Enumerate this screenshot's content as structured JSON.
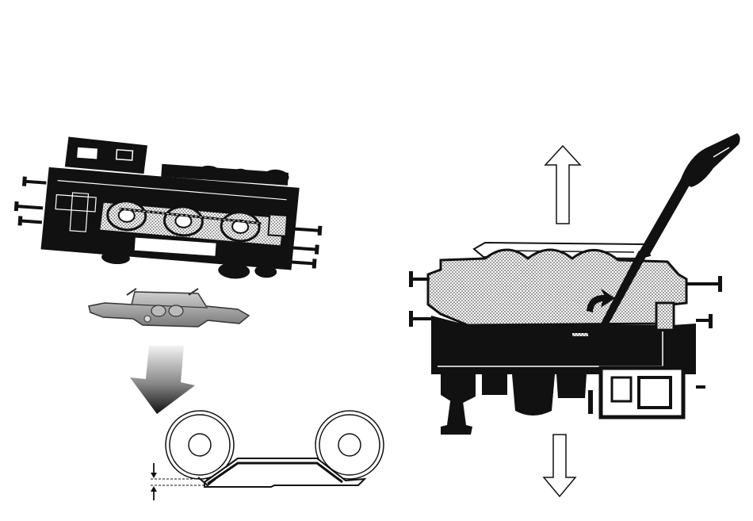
{
  "page": {
    "background": "#ffffff",
    "ink": "#111111",
    "dotted_fill": "#c8c8c8",
    "gray_fill": "#9a9a9a"
  },
  "figures": {
    "left_top": {
      "subject": "tank-locomotive-side-view",
      "tilted": true
    },
    "left_middle": {
      "subject": "pickup-clip-part"
    },
    "left_bottom": {
      "subject": "wheelset-with-pickup-clip-and-gap-indicator",
      "arrows": [
        "down-arrow",
        "up-arrow"
      ]
    },
    "right": {
      "subject": "locomotive-body-removal-with-screwdriver",
      "arrows": [
        "up-arrow-outline",
        "down-arrow-outline"
      ]
    }
  }
}
